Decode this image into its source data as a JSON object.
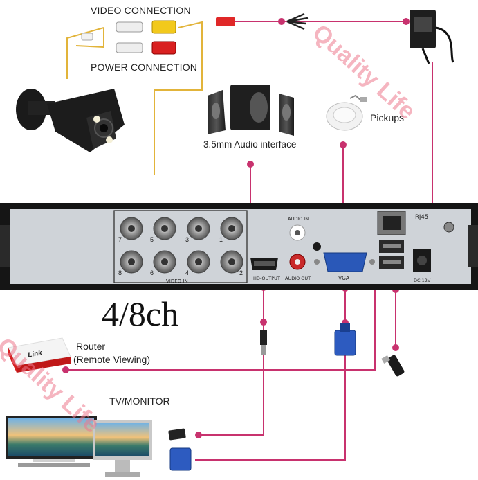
{
  "labels": {
    "video_connection": "VIDEO CONNECTION",
    "power_connection": "POWER CONNECTION",
    "audio_interface": "3.5mm Audio interface",
    "pickups": "Pickups",
    "channels": "4/8ch",
    "router_line1": "Router",
    "router_line2": "(Remote Viewing)",
    "tv_monitor": "TV/MONITOR"
  },
  "panel": {
    "video_in": "VIDEO IN",
    "audio_in": "AUDIO IN",
    "audio_out": "AUDIO OUT",
    "hd_output": "HD-OUTPUT",
    "vga": "VGA",
    "rj45": "RJ45",
    "dc12v": "DC 12V",
    "port_numbers_top": [
      "7",
      "5",
      "3",
      "1"
    ],
    "port_numbers_bottom": [
      "8",
      "6",
      "4",
      "2"
    ]
  },
  "devices": {
    "router_brand": "Link"
  },
  "watermark": {
    "text": "Quality Life"
  },
  "colors": {
    "connector_line": "#c8326e",
    "camera_cable": "#e2b43a",
    "dvr_panel": "#cfd3d8",
    "dvr_frame": "#1c1c1c",
    "watermark": "#ec788c"
  }
}
